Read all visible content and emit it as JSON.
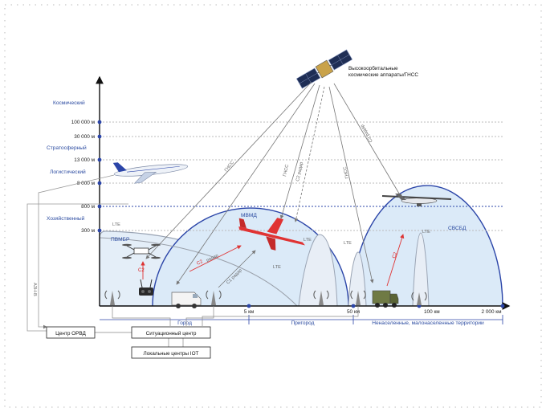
{
  "altitude_zones": {
    "space": "Космический",
    "stratospheric": "Стратосферный",
    "logistic": "Логистический",
    "economic": "Хозяйственный"
  },
  "altitudes": [
    "100 000 м",
    "30 000 м",
    "13 000 м",
    "8 000 м",
    "800 м",
    "300 м"
  ],
  "distances": [
    "5 км",
    "50 км",
    "100 км",
    "2 000 км"
  ],
  "regions": {
    "city": "Город",
    "suburb": "Пригород",
    "rural": "Ненаселенные, малонаселенные территории"
  },
  "satellite_label_line1": "Высокоорбитальные",
  "satellite_label_line2": "космические аппараты/ГНСС",
  "domes": {
    "pvmbr": "ПВМБР",
    "mvmd": "МВМД",
    "svsbd": "СВСБД"
  },
  "links": {
    "lte": "LTE",
    "gnss": "ГНСС",
    "c2": "C2",
    "c2_radar": "C2 радар",
    "c2_suffix": "радар",
    "c1_radar": "C1 радар",
    "adsb": "АЗН-В"
  },
  "boxes": {
    "orvd": "Центр ОРВД",
    "situation": "Ситуационный центр",
    "iot": "Локальные центры IOT"
  },
  "colors": {
    "accent_blue": "#2b45a8",
    "dome_fill": "#dbeaf8",
    "red": "#e03333"
  }
}
